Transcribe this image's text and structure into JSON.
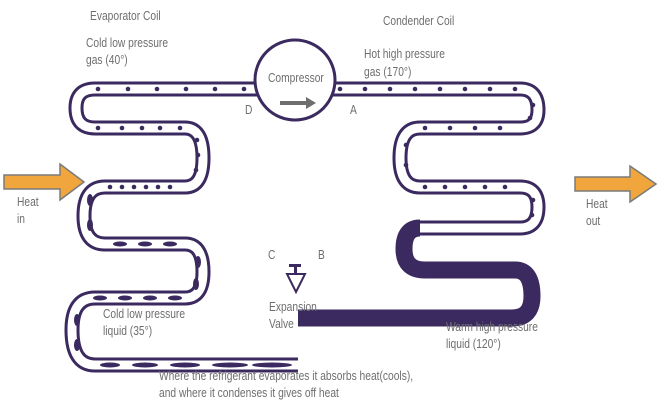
{
  "labels": {
    "evaporator_coil": "Evaporator Coil",
    "condenser_coil": "Condender Coil",
    "cold_gas_1": "Cold low pressure",
    "cold_gas_2": "gas (40°)",
    "hot_gas_1": "Hot high pressure",
    "hot_gas_2": "gas (170°)",
    "compressor": "Compressor",
    "point_a": "A",
    "point_b": "B",
    "point_c": "C",
    "point_d": "D",
    "heat_in_1": "Heat",
    "heat_in_2": "in",
    "heat_out_1": "Heat",
    "heat_out_2": "out",
    "expansion_1": "Expansion",
    "expansion_2": "Valve",
    "cold_liquid_1": "Cold low pressure",
    "cold_liquid_2": "liquid (35°)",
    "warm_liquid_1": "Warm high pressure",
    "warm_liquid_2": "liquid (120°)",
    "caption_1": "Where the refrigerant evaporates it absorbs heat(cools),",
    "caption_2": "and where it condenses it gives off heat"
  },
  "colors": {
    "pipe": "#3b2a5f",
    "arrow_fill": "#f0a63c",
    "arrow_stroke": "#7a7a7a",
    "text": "#6e6e70"
  }
}
